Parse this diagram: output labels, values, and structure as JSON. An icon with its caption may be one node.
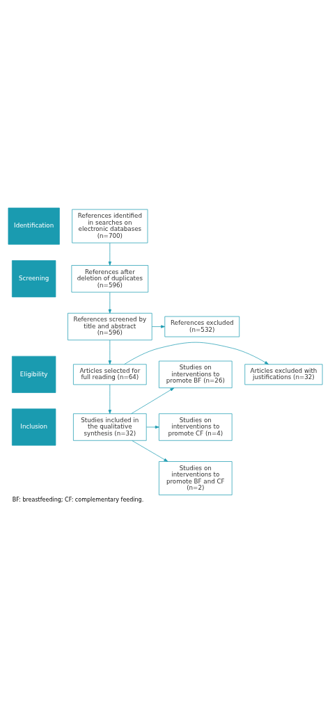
{
  "diagram": {
    "caption": "BF: breastfeeding; CF: complementary feeding.",
    "nodes": [
      {
        "text": [
          "Identification"
        ]
      },
      {
        "text": [
          "References identified in searches on electronic databases (n=700)"
        ]
      },
      {
        "text": [
          "Screening"
        ]
      },
      {
        "text": [
          "References after deletion of duplicates (n=596)"
        ]
      },
      {
        "text": [
          "References screened by title and abstract (n=596)"
        ]
      },
      {
        "text": [
          "References excluded (n=532)"
        ]
      },
      {
        "text": [
          "Eligibility"
        ]
      },
      {
        "text": [
          "Articles selected for full reading (n=64)"
        ]
      },
      {
        "text": [
          "Articles excluded with justifications (n=32)"
        ]
      },
      {
        "text": [
          "Inclusion"
        ]
      },
      {
        "text": [
          "Studies included in the qualitative synthesis (n=32)"
        ]
      },
      {
        "text": [
          "Studies on interventions to promote BF (n=26)"
        ]
      },
      {
        "text": [
          "Studies on interventions to promote CF (n=4)"
        ]
      },
      {
        "text": [
          "Studies on interventions to promote BF and CF (n=2)"
        ]
      }
    ],
    "edges": [
      {
        "from": 1,
        "to": 3,
        "arrow": "to"
      },
      {
        "from": 3,
        "to": 4,
        "arrow": "to"
      },
      {
        "from": 4,
        "to": 5,
        "arrow": "to"
      },
      {
        "from": 4,
        "to": 7,
        "arrow": "to"
      },
      {
        "from": 7,
        "to": 8,
        "arrow": "to"
      },
      {
        "from": 7,
        "to": 10,
        "arrow": "to"
      },
      {
        "from": 10,
        "to": 11,
        "arrow": "to"
      },
      {
        "from": 10,
        "to": 12,
        "arrow": "to"
      },
      {
        "from": 10,
        "to": 13,
        "arrow": "to"
      }
    ]
  }
}
